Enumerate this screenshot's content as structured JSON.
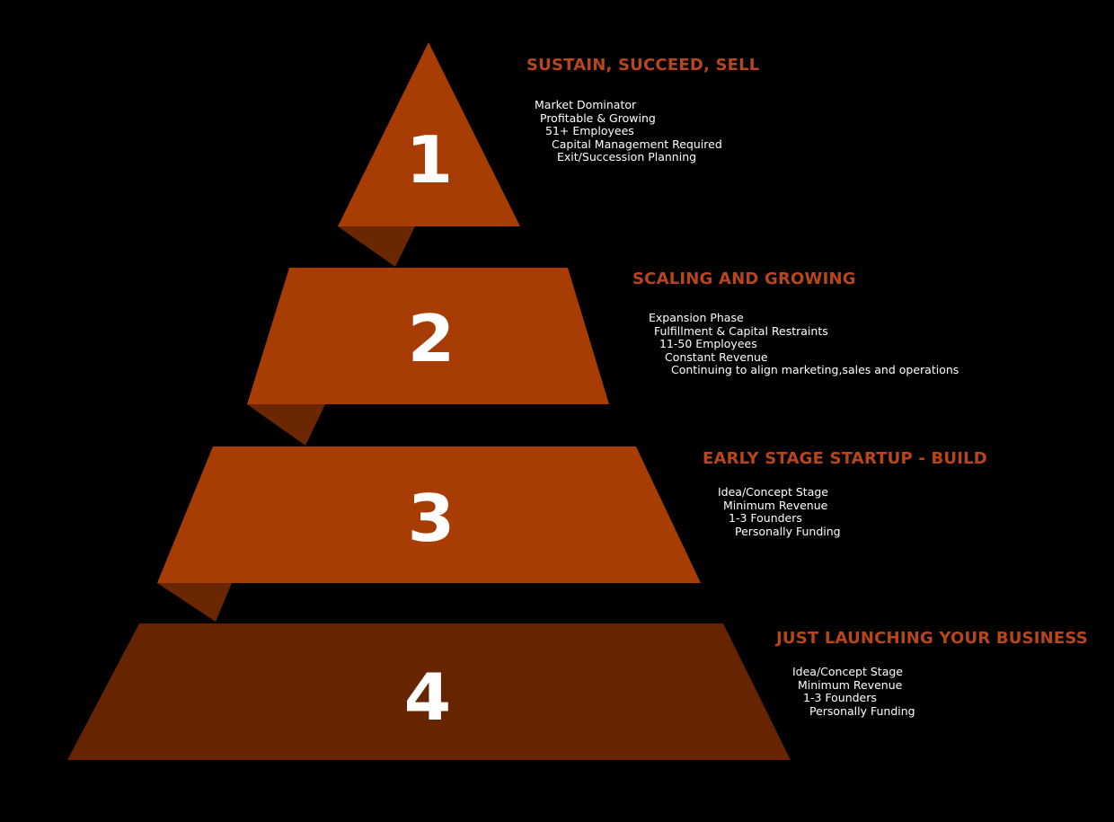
{
  "colors": {
    "tier": "#a83c05",
    "base_tier": "#662400",
    "fold": "#6b2602",
    "title": "#b9461a",
    "text": "#ffffff",
    "background": "#000000"
  },
  "tiers": [
    {
      "number": "1",
      "title": "SUSTAIN, SUCCEED, SELL",
      "items": [
        "Market Dominator",
        "Profitable & Growing",
        "51+ Employees",
        "Capital Management Required",
        "Exit/Succession Planning"
      ]
    },
    {
      "number": "2",
      "title": "SCALING AND GROWING",
      "items": [
        "Expansion Phase",
        "Fulfillment & Capital Restraints",
        "11-50 Employees",
        "Constant Revenue",
        "Continuing to align marketing,sales and operations"
      ]
    },
    {
      "number": "3",
      "title": "EARLY STAGE STARTUP - BUILD",
      "items": [
        "Idea/Concept Stage",
        "Minimum Revenue",
        "1-3 Founders",
        "Personally Funding"
      ]
    },
    {
      "number": "4",
      "title": "JUST LAUNCHING YOUR BUSINESS",
      "items": [
        "Idea/Concept Stage",
        "Minimum Revenue",
        "1-3 Founders",
        "Personally Funding"
      ]
    }
  ]
}
